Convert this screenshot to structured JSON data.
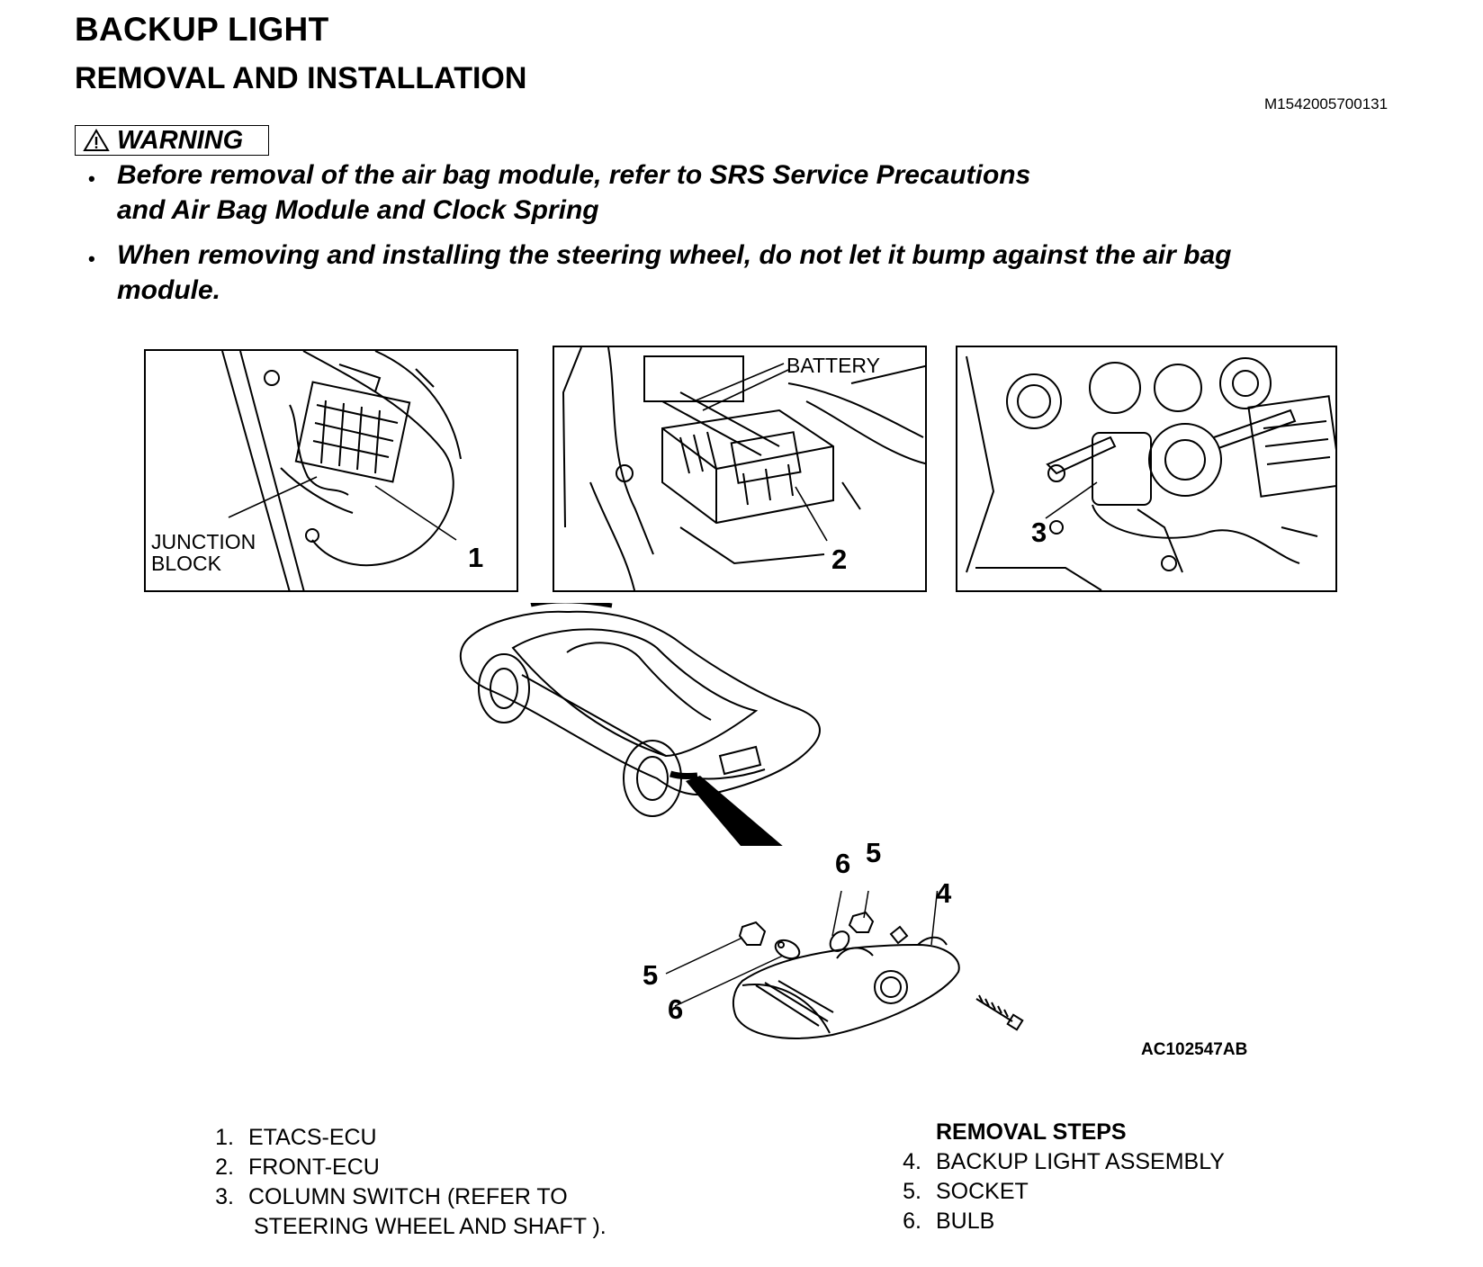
{
  "header": {
    "title": "BACKUP LIGHT",
    "subtitle": "REMOVAL AND INSTALLATION",
    "doc_id": "M1542005700131"
  },
  "warning": {
    "label": "WARNING",
    "items": [
      {
        "line1": "Before removal of the air bag module, refer to SRS Service  Precautions",
        "line2": "and Air Bag Module  and Clock Spring"
      },
      {
        "line1": "When removing and installing the steering wheel, do not let it bump against the air bag",
        "line2": "module."
      }
    ]
  },
  "figure": {
    "panel1": {
      "label_line1": "JUNCTION",
      "label_line2": "BLOCK",
      "callout": "1"
    },
    "panel2": {
      "label": "BATTERY",
      "callout": "2"
    },
    "panel3": {
      "callout": "3"
    },
    "callouts": {
      "c6a": "6",
      "c5a": "5",
      "c4": "4",
      "c5b": "5",
      "c6b": "6"
    },
    "figure_id": "AC102547AB"
  },
  "legend_left": [
    {
      "num": "1.",
      "text": "ETACS-ECU"
    },
    {
      "num": "2.",
      "text": "FRONT-ECU"
    },
    {
      "num": "3.",
      "text": "COLUMN SWITCH (REFER TO",
      "cont": "STEERING WHEEL   AND SHAFT )."
    }
  ],
  "removal_steps": {
    "title": "REMOVAL STEPS",
    "items": [
      {
        "num": "4.",
        "text": "BACKUP LIGHT ASSEMBLY"
      },
      {
        "num": "5.",
        "text": "SOCKET"
      },
      {
        "num": "6.",
        "text": "BULB"
      }
    ]
  }
}
